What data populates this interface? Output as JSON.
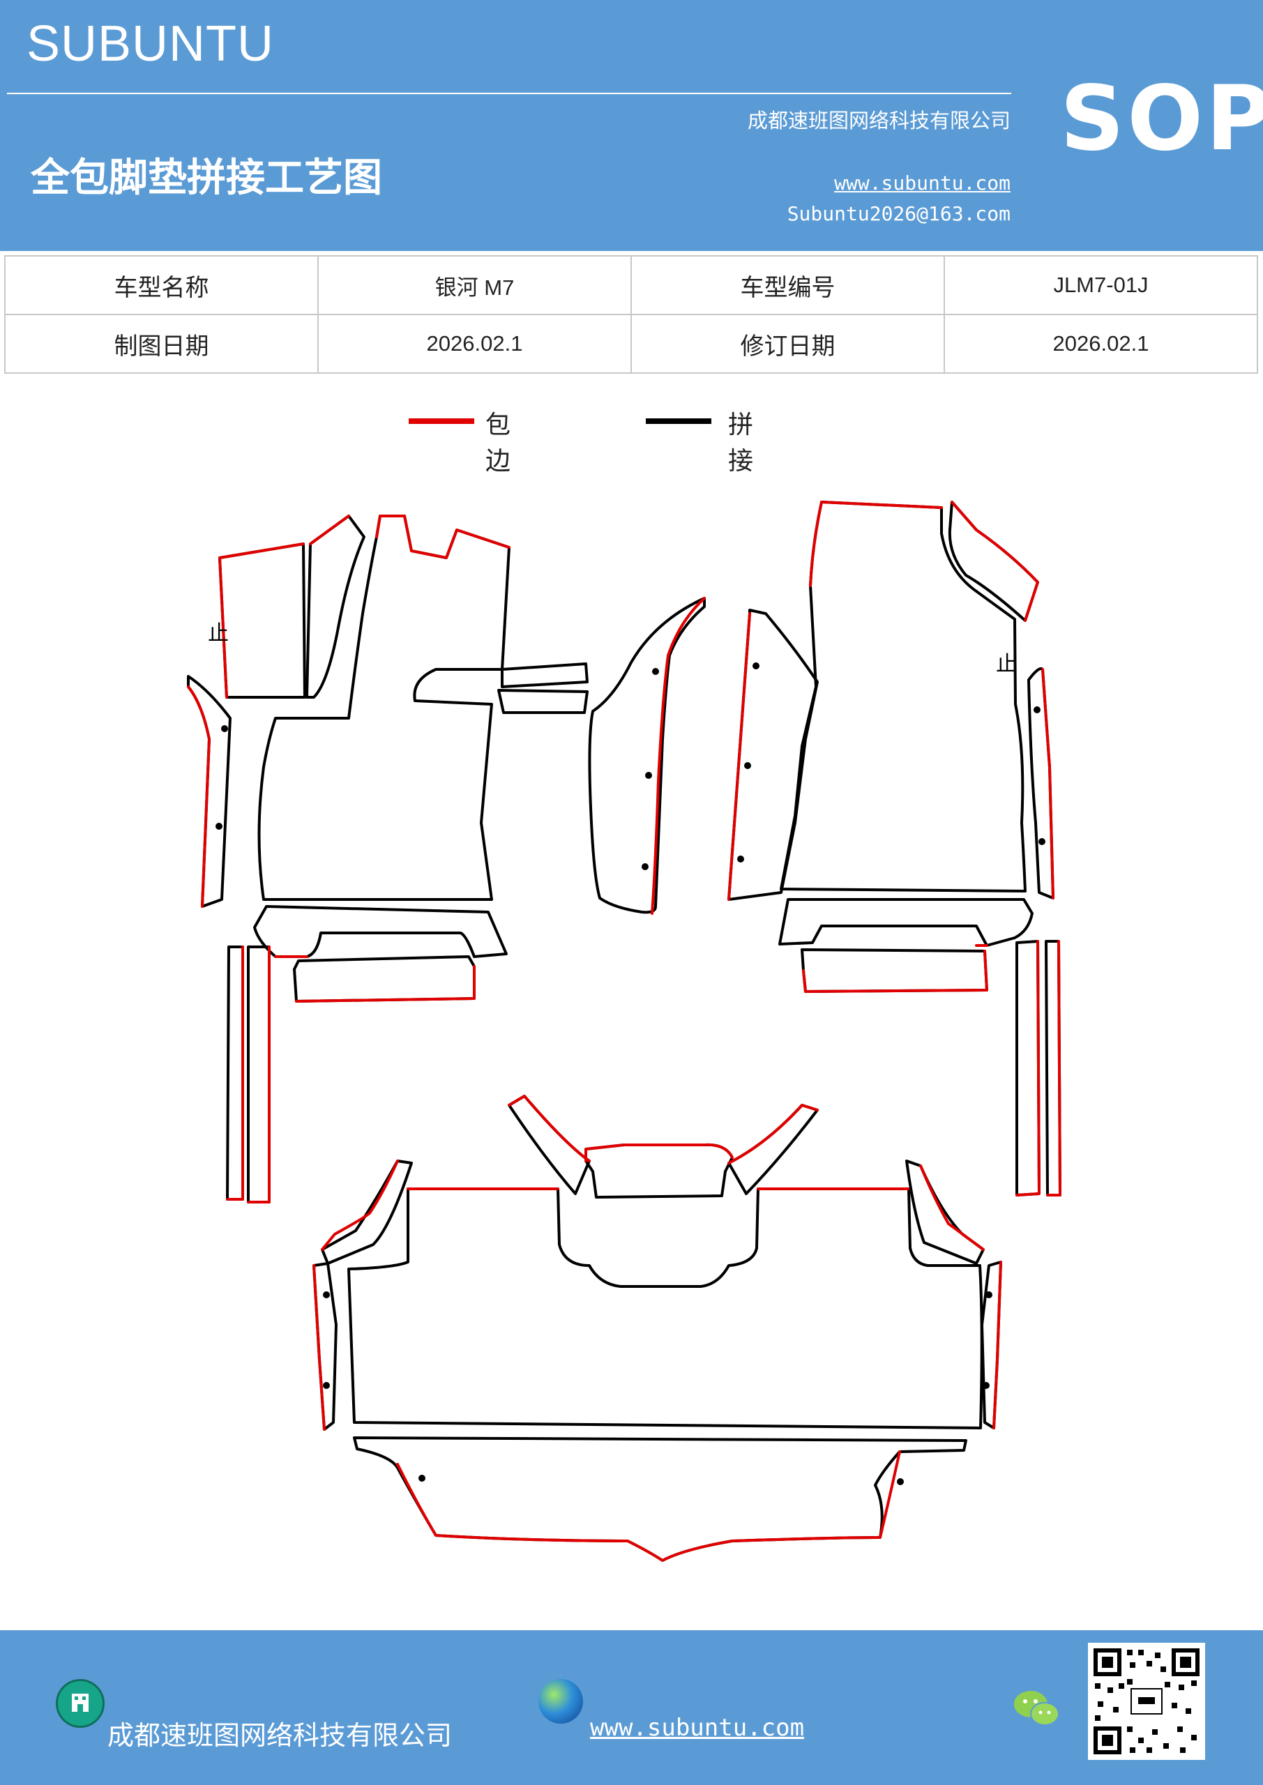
{
  "header": {
    "brand": "SUBUNTU",
    "title": "全包脚垫拼接工艺图",
    "company": "成都速班图网络科技有限公司",
    "website": "www.subuntu.com",
    "email": "Subuntu2026@163.com",
    "badge": "SOP"
  },
  "info_table": {
    "rows": [
      [
        "车型名称",
        "银河 M7",
        "车型编号",
        "JLM7-01J"
      ],
      [
        "制图日期",
        "2026.02.1",
        "修订日期",
        "2026.02.1"
      ]
    ]
  },
  "legend": {
    "items": [
      {
        "color": "#e00000",
        "label": "包边"
      },
      {
        "color": "#000000",
        "label": "拼接"
      }
    ]
  },
  "diagram": {
    "marks": [
      "止",
      "止"
    ]
  },
  "footer": {
    "company": "成都速班图网络科技有限公司",
    "website": "www.subuntu.com "
  },
  "colors": {
    "header_bg": "#5b9bd5",
    "edge_red": "#e00000",
    "seam_black": "#000000"
  }
}
